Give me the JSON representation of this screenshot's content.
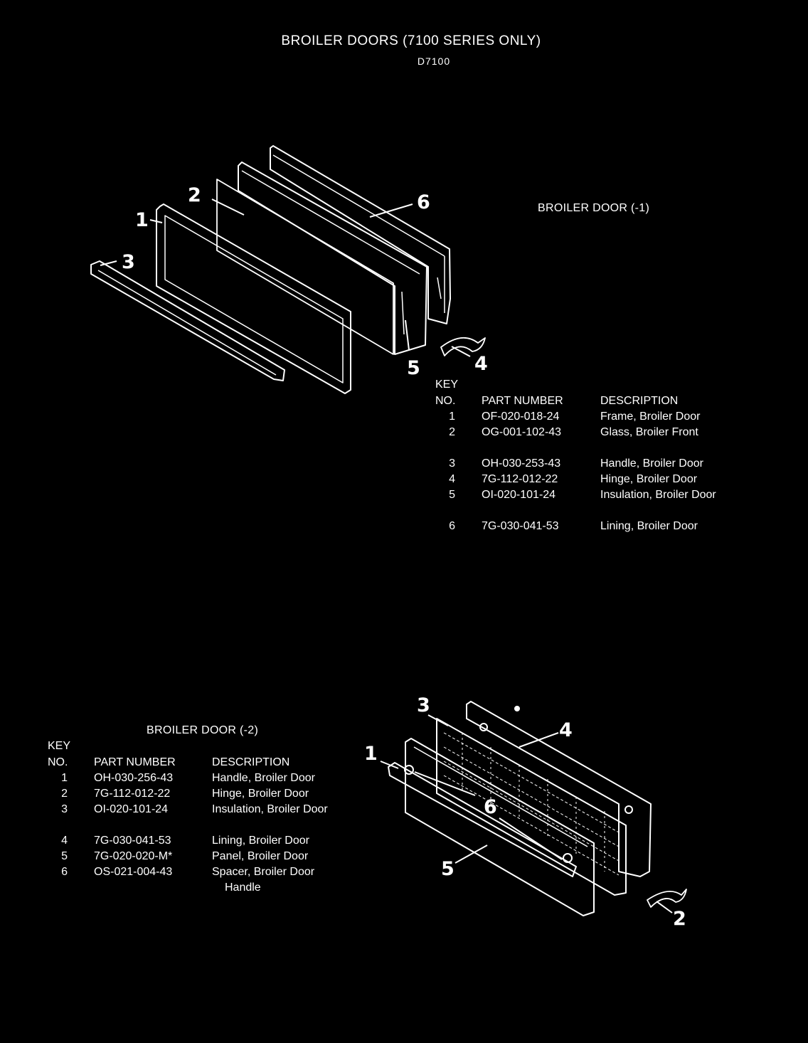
{
  "page": {
    "title": "BROILER DOORS (7100 SERIES ONLY)",
    "subtitle": "D7100"
  },
  "door1": {
    "heading": "BROILER DOOR (-1)",
    "key_label": "KEY",
    "col_no": "NO.",
    "col_part": "PART NUMBER",
    "col_desc": "DESCRIPTION",
    "rows": [
      {
        "no": "1",
        "part": "OF-020-018-24",
        "desc": "Frame, Broiler Door"
      },
      {
        "no": "2",
        "part": "OG-001-102-43",
        "desc": "Glass, Broiler Front"
      },
      {
        "no": "3",
        "part": "OH-030-253-43",
        "desc": "Handle, Broiler Door"
      },
      {
        "no": "4",
        "part": "7G-112-012-22",
        "desc": "Hinge, Broiler Door"
      },
      {
        "no": "5",
        "part": "OI-020-101-24",
        "desc": "Insulation, Broiler Door"
      },
      {
        "no": "6",
        "part": "7G-030-041-53",
        "desc": "Lining, Broiler Door"
      }
    ],
    "callouts": [
      "1",
      "2",
      "3",
      "4",
      "5",
      "6"
    ]
  },
  "door2": {
    "heading": "BROILER DOOR (-2)",
    "key_label": "KEY",
    "col_no": "NO.",
    "col_part": "PART NUMBER",
    "col_desc": "DESCRIPTION",
    "rows": [
      {
        "no": "1",
        "part": "OH-030-256-43",
        "desc": "Handle, Broiler Door"
      },
      {
        "no": "2",
        "part": "7G-112-012-22",
        "desc": "Hinge, Broiler Door"
      },
      {
        "no": "3",
        "part": "OI-020-101-24",
        "desc": "Insulation, Broiler Door"
      },
      {
        "no": "4",
        "part": "7G-030-041-53",
        "desc": "Lining, Broiler Door"
      },
      {
        "no": "5",
        "part": "7G-020-020-M*",
        "desc": "Panel, Broiler Door"
      },
      {
        "no": "6",
        "part": "OS-021-004-43",
        "desc": "Spacer, Broiler Door",
        "desc2": "Handle"
      }
    ],
    "callouts": [
      "1",
      "2",
      "3",
      "4",
      "5",
      "6"
    ]
  }
}
